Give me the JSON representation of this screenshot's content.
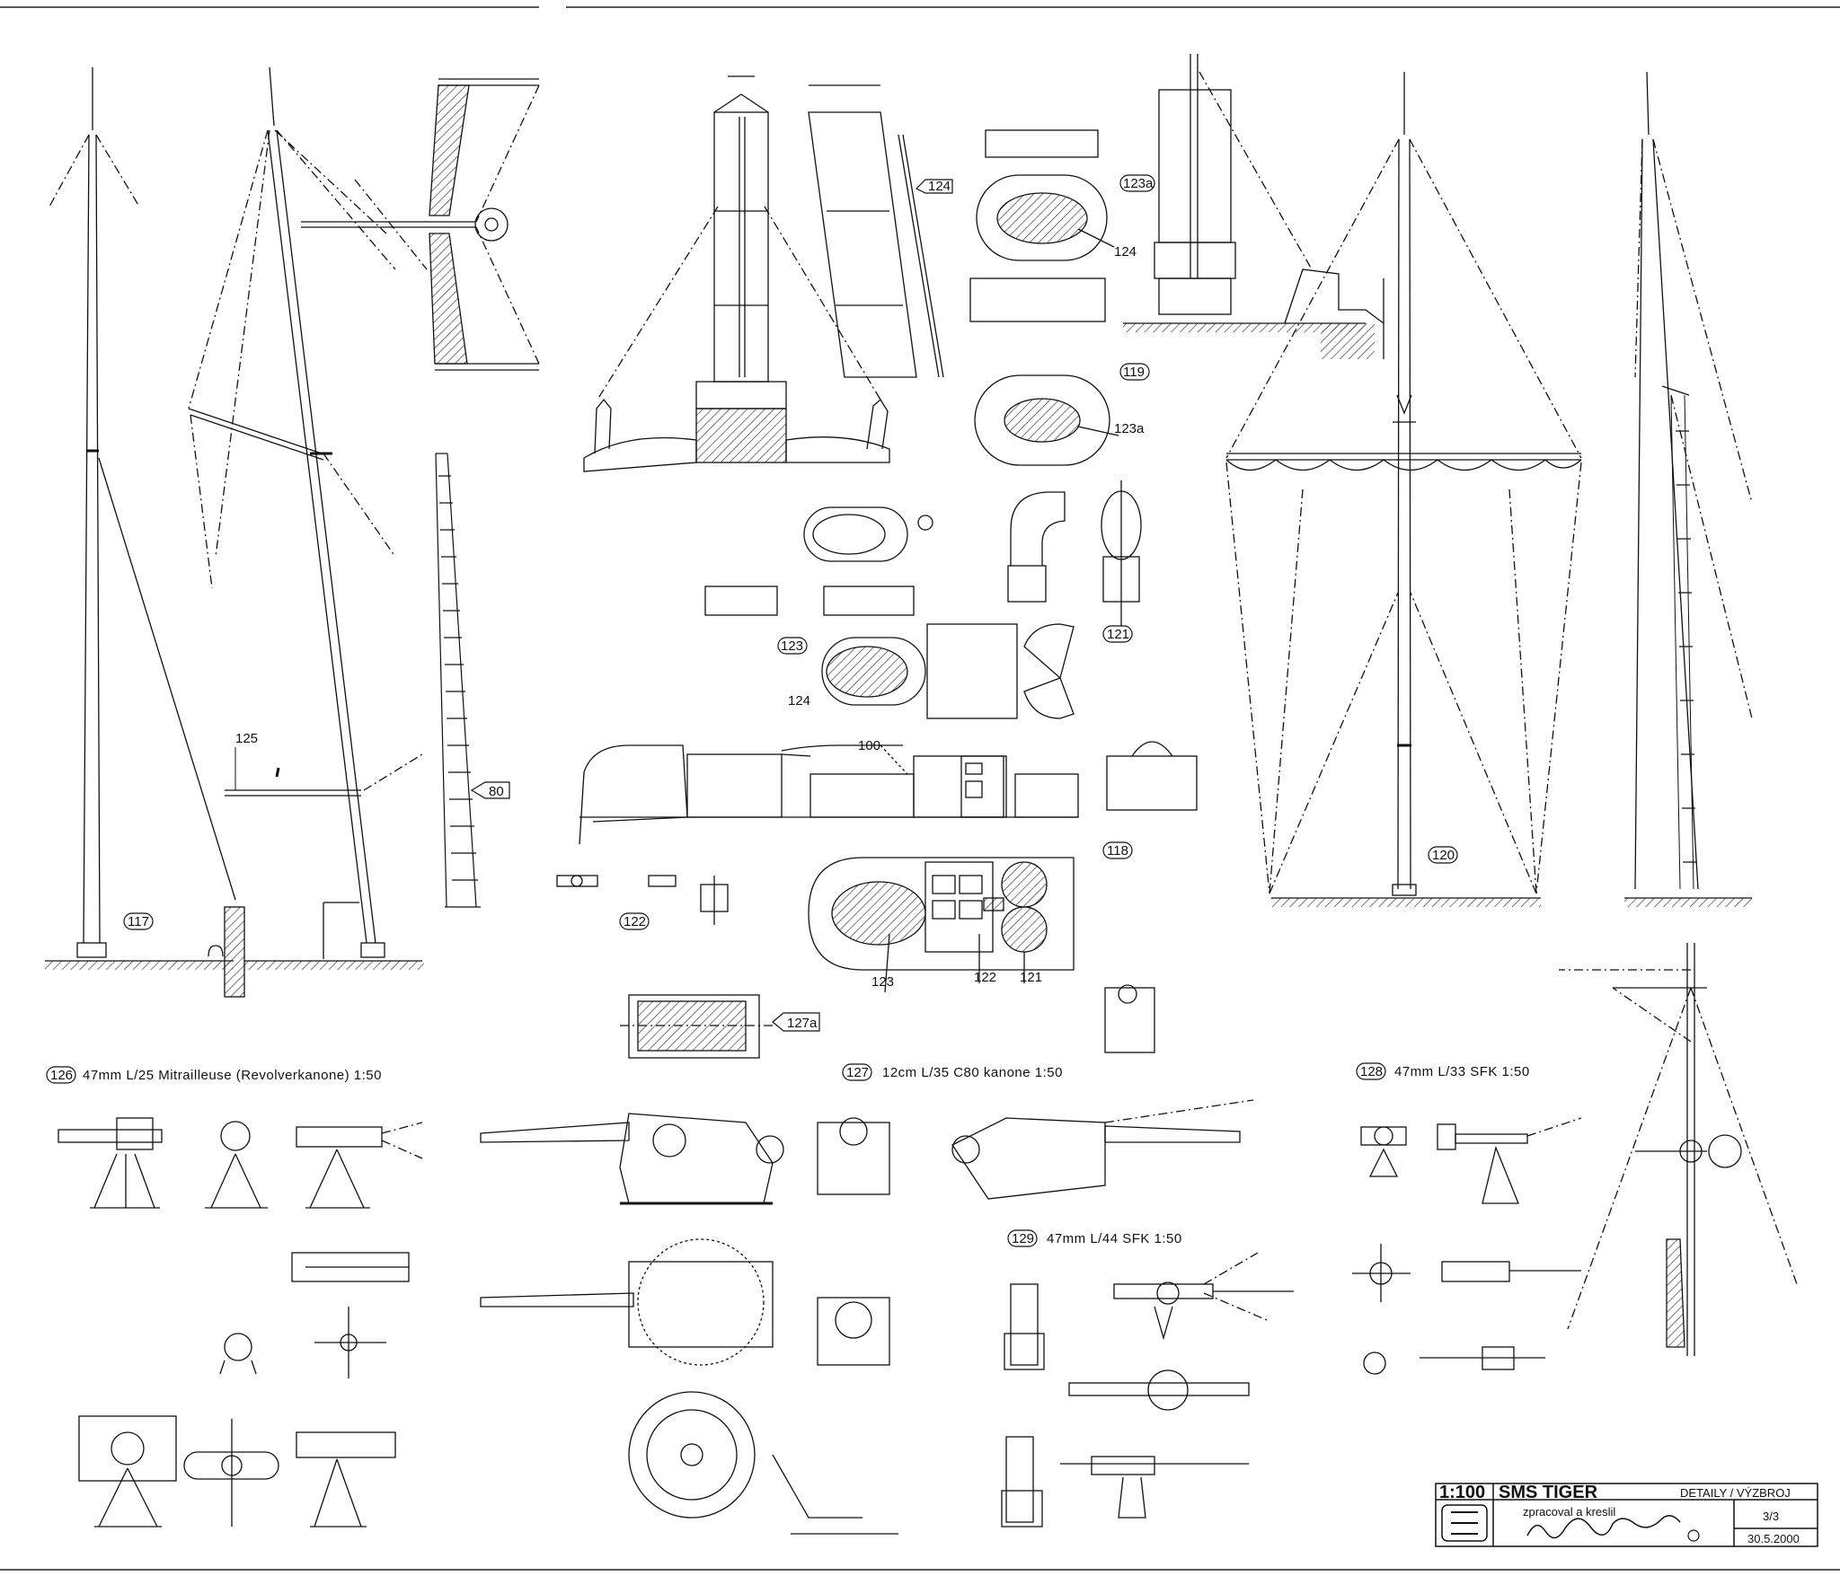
{
  "labels": {
    "l117": "117",
    "l118": "118",
    "l119": "119",
    "l120": "120",
    "l121a": "121",
    "l121b": "121",
    "l122a": "122",
    "l122b": "122",
    "l123a": "123",
    "l123b": "123",
    "l123a_top": "123a",
    "l123a_mid": "123a",
    "l124a": "124",
    "l124b": "124",
    "l124c": "124",
    "l125": "125",
    "l100": "100",
    "l80": "80",
    "l127a": "127a"
  },
  "sections": {
    "s126": {
      "num": "126",
      "caption": "47mm L/25 Mitrailleuse (Revolverkanone) 1:50"
    },
    "s127": {
      "num": "127",
      "caption": "12cm L/35 C80 kanone 1:50"
    },
    "s128": {
      "num": "128",
      "caption": "47mm L/33 SFK 1:50"
    },
    "s129": {
      "num": "129",
      "caption": "47mm L/44 SFK 1:50"
    }
  },
  "title_block": {
    "scale": "1:100",
    "ship": "SMS TIGER",
    "category": "DETAILY / VÝZBROJ",
    "credit": "zpracoval a kreslil",
    "sheet": "3/3",
    "date": "30.5.2000"
  }
}
